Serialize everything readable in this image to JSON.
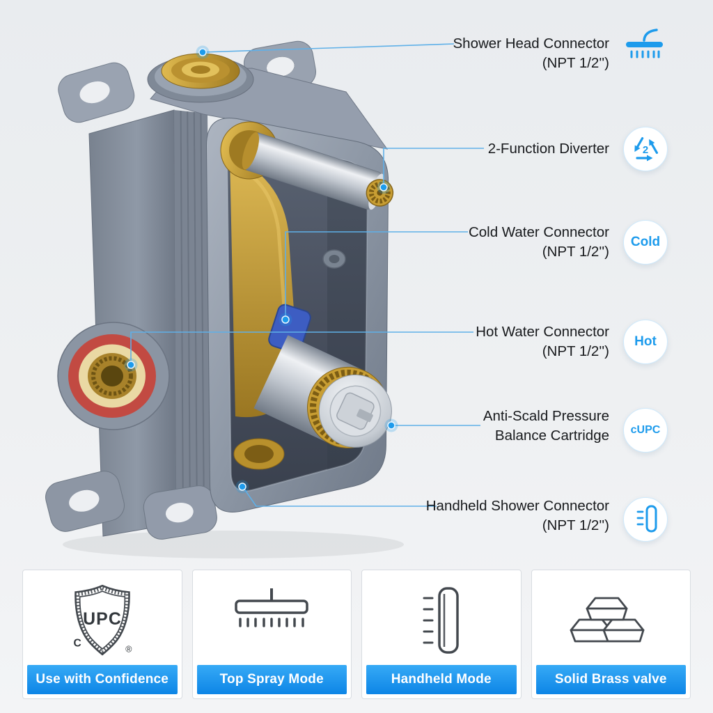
{
  "callouts": [
    {
      "label": "Shower Head Connector",
      "sub": "(NPT 1/2'')"
    },
    {
      "label": "2-Function Diverter"
    },
    {
      "label": "Cold Water Connector",
      "sub": "(NPT 1/2'')"
    },
    {
      "label": "Hot Water Connector",
      "sub": "(NPT 1/2'')"
    },
    {
      "label": "Anti-Scald Pressure",
      "label2": "Balance Cartridge"
    },
    {
      "label": "Handheld Shower Connector",
      "sub": "(NPT 1/2'')"
    }
  ],
  "badges": {
    "diverter": "2",
    "cold": "Cold",
    "hot": "Hot",
    "cupc": "cUPC"
  },
  "features": [
    {
      "label": "Use with Confidence",
      "icon": "upc-shield"
    },
    {
      "label": "Top Spray Mode",
      "icon": "top-spray-shower-head"
    },
    {
      "label": "Handheld Mode",
      "icon": "handheld-shower"
    },
    {
      "label": "Solid Brass valve",
      "icon": "brass-ingots"
    }
  ],
  "upc_mark": {
    "text": "UPC",
    "c": "C",
    "r": "®"
  },
  "colors": {
    "accent": "#1d9bec",
    "banner_top": "#36aaf6",
    "banner_bottom": "#0d85e6",
    "brass": "#c89e33",
    "body_grey": "#8d97a5",
    "hot_ring_red": "#c24a42"
  }
}
